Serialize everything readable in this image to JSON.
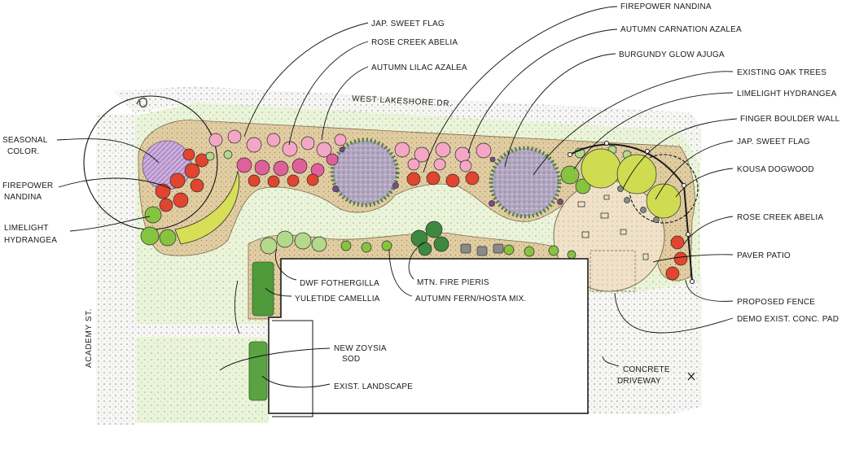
{
  "streets": {
    "north": "WEST LAKESHORE DR.",
    "west": "ACADEMY ST."
  },
  "top_callouts": [
    "JAP. SWEET FLAG",
    "ROSE CREEK ABELIA",
    "AUTUMN LILAC AZALEA",
    "FIREPOWER NANDINA",
    "AUTUMN CARNATION AZALEA",
    "BURGUNDY GLOW AJUGA"
  ],
  "right_callouts": [
    "EXISTING OAK TREES",
    "LIMELIGHT HYDRANGEA",
    "FINGER BOULDER WALL",
    "JAP. SWEET FLAG",
    "KOUSA DOGWOOD",
    "ROSE CREEK ABELIA",
    "PAVER PATIO",
    "PROPOSED FENCE",
    "DEMO EXIST. CONC. PAD"
  ],
  "left_callouts": [
    {
      "lines": [
        "SEASONAL",
        "COLOR."
      ]
    },
    {
      "lines": [
        "FIREPOWER",
        "NANDINA"
      ]
    },
    {
      "lines": [
        "LIMELIGHT",
        "HYDRANGEA"
      ]
    }
  ],
  "bottom_callouts": [
    "DWF FOTHERGILLA",
    "YULETIDE CAMELLIA",
    "MTN. FIRE PIERIS",
    "AUTUMN FERN/HOSTA MIX."
  ],
  "lawn_callouts": {
    "sod": [
      "NEW ZOYSIA",
      "SOD"
    ],
    "existing": "EXIST. LANDSCAPE"
  },
  "driveway_callout": [
    "CONCRETE",
    "DRIVEWAY"
  ],
  "plant_colors": {
    "red": "#e2452f",
    "pink": "#f4a6c6",
    "magenta": "#e0609a",
    "lime": "#cfdc52",
    "green": "#86c440",
    "dark_green": "#3d8a3f",
    "light_green": "#b3d98a",
    "purple": "#7d4a8f",
    "stone": "#8a8a88",
    "lilac": "#c7b4e2"
  }
}
